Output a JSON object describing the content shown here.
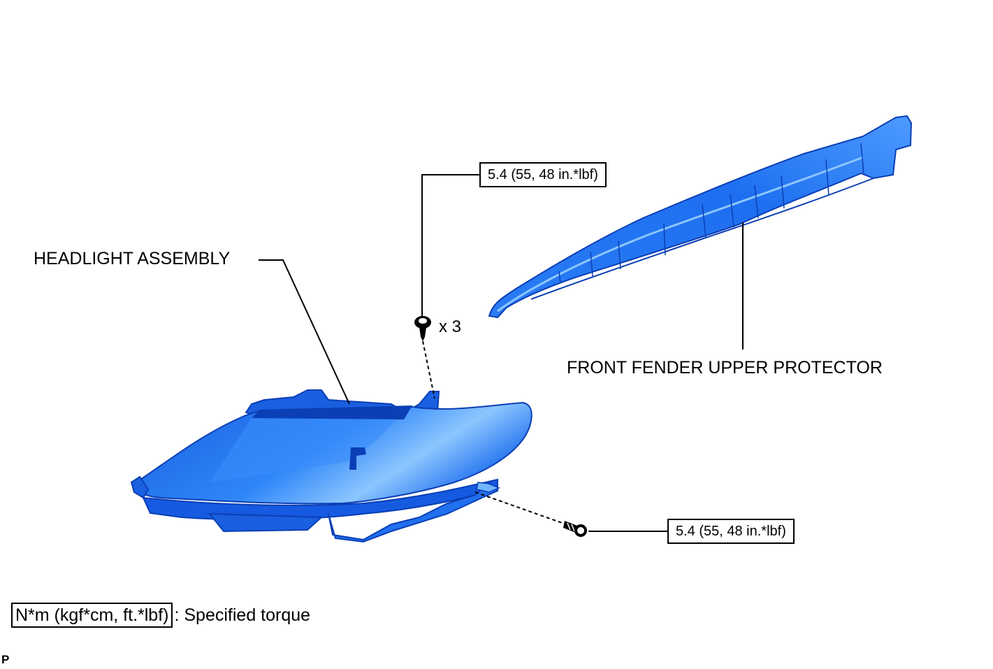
{
  "labels": {
    "headlight_assembly": "HEADLIGHT ASSEMBLY",
    "front_fender_upper_protector": "FRONT FENDER UPPER PROTECTOR",
    "quantity": "x 3"
  },
  "torque": {
    "top": "5.4 (55, 48 in.*lbf)",
    "bottom": "5.4 (55, 48 in.*lbf)"
  },
  "legend": {
    "unit_box": "N*m (kgf*cm, ft.*lbf)",
    "description": ": Specified torque"
  },
  "figure_code": "P",
  "colors": {
    "part_blue": "#1e6ff0",
    "part_dark": "#0b3fb5",
    "part_light": "#6fb6ff",
    "line": "#000000"
  },
  "icons": {
    "screw": "screw-icon",
    "bolt": "bolt-icon"
  }
}
